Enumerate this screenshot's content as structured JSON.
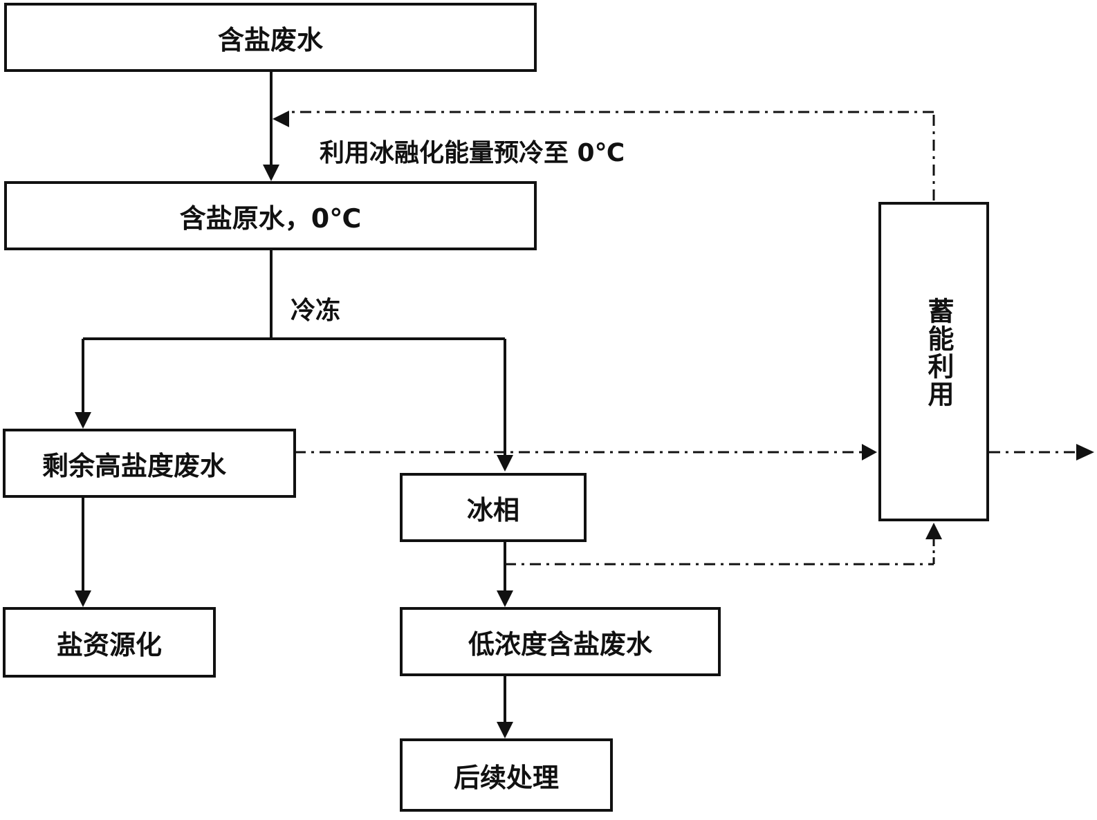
{
  "nodes": {
    "saline_wastewater": "含盐废水",
    "saline_raw_water": "含盐原水，0℃",
    "residual_high_salinity": "剩余高盐度废水",
    "ice_phase": "冰相",
    "salt_recovery": "盐资源化",
    "low_concentration": "低浓度含盐废水",
    "post_treatment": "后续处理",
    "energy_storage": "蓄能利用"
  },
  "annotations": {
    "precool": "利用冰融化能量预冷至 0℃",
    "freezing": "冷冻"
  }
}
